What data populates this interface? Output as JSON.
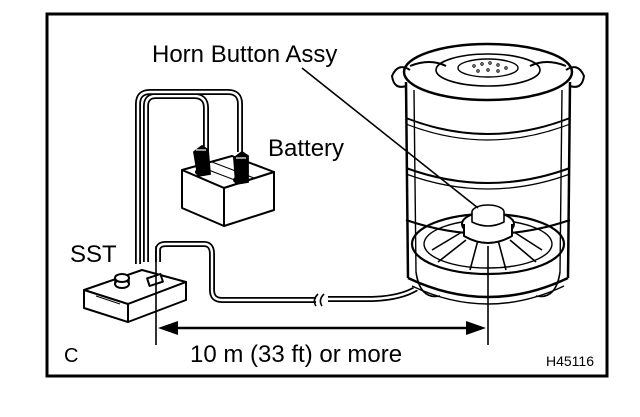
{
  "labels": {
    "horn_button_assy": "Horn Button Assy",
    "battery": "Battery",
    "sst": "SST",
    "distance": "10 m (33 ft) or more"
  },
  "figure": {
    "corner_letter": "C",
    "code": "H45116"
  },
  "colors": {
    "line": "#000000",
    "background": "#ffffff"
  }
}
